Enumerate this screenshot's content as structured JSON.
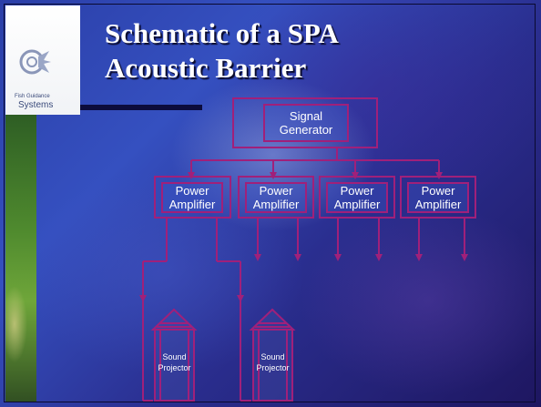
{
  "title": {
    "line1": "Schematic of a SPA",
    "line2": "Acoustic Barrier"
  },
  "logo": {
    "small_text": "Fish Guidance",
    "big_text": "Systems"
  },
  "signal_generator": {
    "line1": "Signal",
    "line2": "Generator"
  },
  "amplifiers": [
    {
      "line1": "Power",
      "line2": "Amplifier"
    },
    {
      "line1": "Power",
      "line2": "Amplifier"
    },
    {
      "line1": "Power",
      "line2": "Amplifier"
    },
    {
      "line1": "Power",
      "line2": "Amplifier"
    }
  ],
  "projectors": [
    {
      "line1": "Sound",
      "line2": "Projector"
    },
    {
      "line1": "Sound",
      "line2": "Projector"
    }
  ],
  "colors": {
    "wire": "#a0207a",
    "title": "#ffffff",
    "title_shadow": "#0a0a2a"
  }
}
